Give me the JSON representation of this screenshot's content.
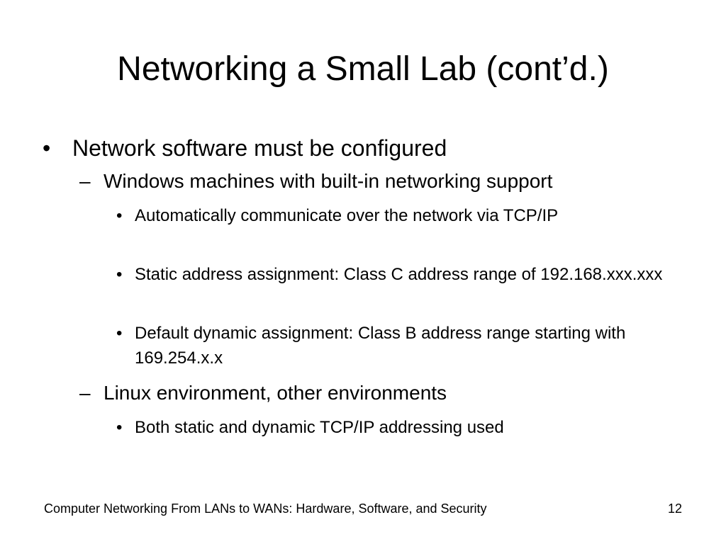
{
  "title": "Networking a Small Lab (cont’d.)",
  "bullets": {
    "b1": {
      "marker": "•",
      "text": "Network software must be configured"
    },
    "b1_1": {
      "marker": "–",
      "text": "Windows machines with built-in networking support"
    },
    "b1_1_1": {
      "marker": "•",
      "text": "Automatically communicate over the network via TCP/IP"
    },
    "b1_1_2": {
      "marker": "•",
      "text": "Static address assignment: Class C address range of 192.168.xxx.xxx"
    },
    "b1_1_3": {
      "marker": "•",
      "text": "Default dynamic assignment: Class B address range starting with 169.254.x.x"
    },
    "b1_2": {
      "marker": "–",
      "text": "Linux environment, other environments"
    },
    "b1_2_1": {
      "marker": "•",
      "text": "Both static and dynamic TCP/IP addressing used"
    }
  },
  "footer": {
    "source": "Computer Networking From LANs to WANs: Hardware, Software, and Security",
    "page_number": "12"
  }
}
